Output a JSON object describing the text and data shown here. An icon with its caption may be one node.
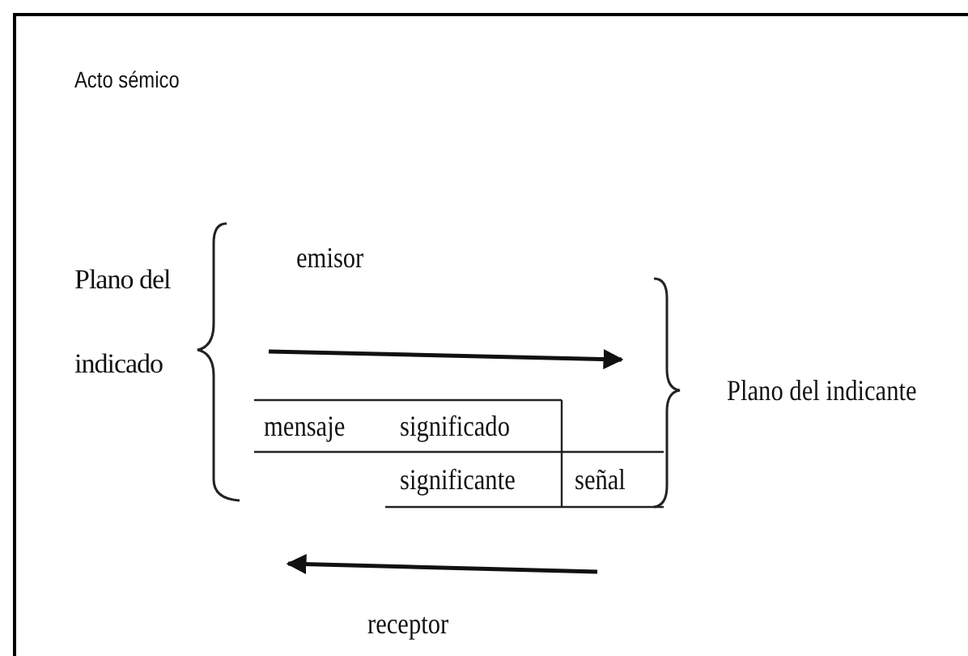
{
  "diagram": {
    "title": "Acto sémico",
    "labels": [
      "Plano del indicado",
      "emisor",
      "Plano del indicante",
      "mensaje",
      "significado",
      "significante",
      "señal",
      "receptor"
    ]
  }
}
